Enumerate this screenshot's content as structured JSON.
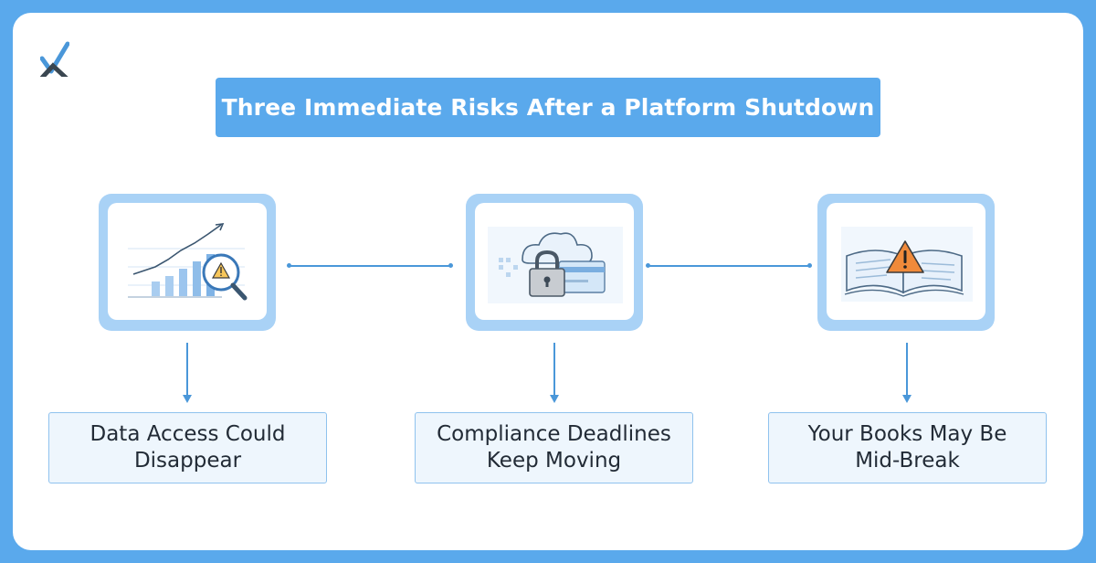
{
  "title": "Three Immediate Risks After a Platform Shutdown",
  "logo_icon": "x-check-logo-icon",
  "colors": {
    "background": "#5aa9ec",
    "card": "#ffffff",
    "accent": "#4a97d9",
    "frame": "#a9d2f6",
    "warning": "#f08a3a",
    "label_fill": "#eef6fd",
    "label_border": "#8fc2ee"
  },
  "risks": [
    {
      "icon": "chart-magnifier-warning-icon",
      "label": "Data Access Could\nDisappear"
    },
    {
      "icon": "cloud-lock-card-icon",
      "label": "Compliance Deadlines\nKeep Moving"
    },
    {
      "icon": "open-book-warning-icon",
      "label": "Your Books May Be\nMid-Break"
    }
  ]
}
